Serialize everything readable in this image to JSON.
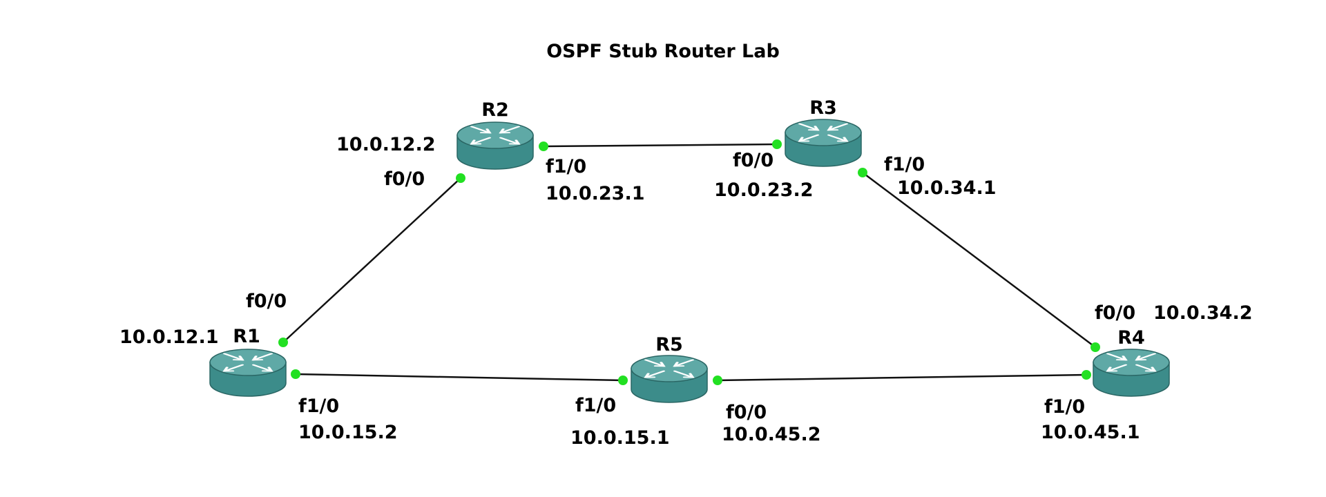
{
  "title": "OSPF Stub Router Lab",
  "colors": {
    "link": "#111111",
    "port": "#22e022",
    "router_body": "#3c8c8a",
    "router_top": "#5fa9a6",
    "router_edge": "#2a6664",
    "router_arrows": "#ffffff",
    "text": "#000000"
  },
  "routers": [
    {
      "id": "R1",
      "label": "R1"
    },
    {
      "id": "R2",
      "label": "R2"
    },
    {
      "id": "R3",
      "label": "R3"
    },
    {
      "id": "R4",
      "label": "R4"
    },
    {
      "id": "R5",
      "label": "R5"
    }
  ],
  "links": [
    {
      "id": "r1-r2",
      "a": "R1",
      "b": "R2",
      "a_iface": "f0/0",
      "a_ip": "10.0.12.1",
      "b_iface": "f0/0",
      "b_ip": "10.0.12.2"
    },
    {
      "id": "r2-r3",
      "a": "R2",
      "b": "R3",
      "a_iface": "f1/0",
      "a_ip": "10.0.23.1",
      "b_iface": "f0/0",
      "b_ip": "10.0.23.2"
    },
    {
      "id": "r3-r4",
      "a": "R3",
      "b": "R4",
      "a_iface": "f1/0",
      "a_ip": "10.0.34.1",
      "b_iface": "f0/0",
      "b_ip": "10.0.34.2"
    },
    {
      "id": "r4-r5",
      "a": "R4",
      "b": "R5",
      "a_iface": "f1/0",
      "a_ip": "10.0.45.1",
      "b_iface": "f0/0",
      "b_ip": "10.0.45.2"
    },
    {
      "id": "r5-r1",
      "a": "R5",
      "b": "R1",
      "a_iface": "f1/0",
      "a_ip": "10.0.15.1",
      "b_iface": "f1/0",
      "b_ip": "10.0.15.2"
    }
  ]
}
